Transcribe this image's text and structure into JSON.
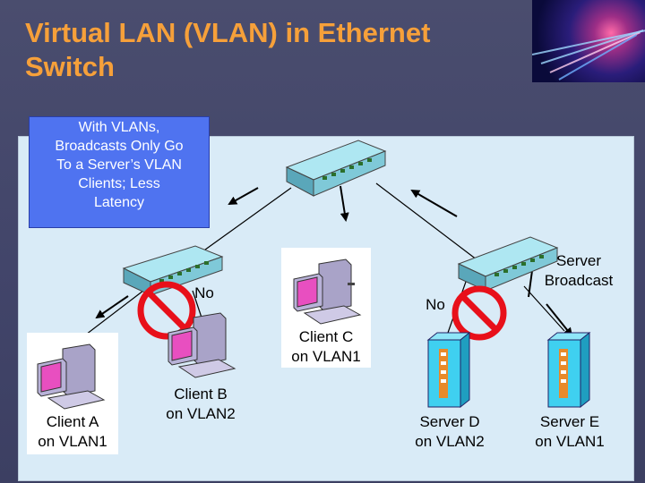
{
  "slide": {
    "title_line1": "Virtual LAN (VLAN) in Ethernet",
    "title_line2": "Switch"
  },
  "note": {
    "line1": "With VLANs,",
    "line2": "Broadcasts Only Go",
    "line3": "To a Server’s VLAN",
    "line4": "Clients; Less",
    "line5": "Latency"
  },
  "labels": {
    "no_left": "No",
    "no_right": "No",
    "server_broadcast_line1": "Server",
    "server_broadcast_line2": "Broadcast"
  },
  "nodes": {
    "client_a": {
      "line1": "Client A",
      "line2": "on VLAN1"
    },
    "client_b": {
      "line1": "Client B",
      "line2": "on VLAN2"
    },
    "client_c": {
      "line1": "Client C",
      "line2": "on VLAN1"
    },
    "server_d": {
      "line1": "Server D",
      "line2": "on VLAN2"
    },
    "server_e": {
      "line1": "Server E",
      "line2": "on VLAN1"
    }
  },
  "colors": {
    "title": "#f6a03a",
    "note_fill": "#4f73f0",
    "panel_fill": "#d9ebf7",
    "switch_fill": "#aee7f2",
    "no_sign": "#e8101a",
    "pc_body": "#a9a3c8",
    "server_body": "#3fd0f0"
  }
}
